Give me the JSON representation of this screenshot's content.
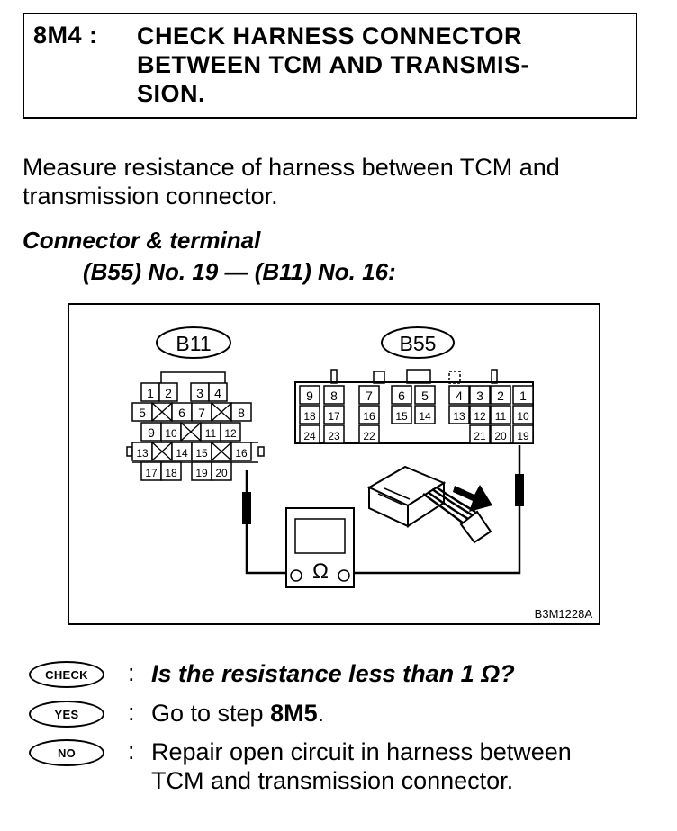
{
  "step": {
    "id": "8M4 :",
    "title_lines": [
      "CHECK HARNESS CONNECTOR",
      "BETWEEN TCM AND TRANSMIS-",
      "SION."
    ]
  },
  "instruction": {
    "line1": "Measure resistance of harness between TCM and",
    "line2": "transmission connector."
  },
  "connector": {
    "heading": "Connector & terminal",
    "spec": "(B55) No. 19 — (B11) No. 16:"
  },
  "figure": {
    "b11_label": "B11",
    "b55_label": "B55",
    "meter_symbol": "Ω",
    "figure_code": "B3M1228A",
    "b11_rows": [
      [
        "1",
        "2",
        "",
        "3",
        "4"
      ],
      [
        "5",
        "X",
        "6",
        "7",
        "X",
        "8"
      ],
      [
        "9",
        "10",
        "X",
        "11",
        "12"
      ],
      [
        "13",
        "X",
        "14",
        "15",
        "X",
        "16"
      ],
      [
        "17",
        "18",
        "",
        "19",
        "20"
      ]
    ],
    "b55_rows": [
      [
        "9",
        "8",
        "7",
        "6",
        "5",
        "4",
        "3",
        "2",
        "1"
      ],
      [
        "18",
        "17",
        "16",
        "15",
        "14",
        "13",
        "12",
        "11",
        "10"
      ],
      [
        "24",
        "23",
        "22",
        "",
        "",
        "",
        "21",
        "20",
        "19"
      ]
    ]
  },
  "check": {
    "badge": "CHECK",
    "question": "Is the resistance less than 1 Ω?"
  },
  "yes": {
    "badge": "YES",
    "text_prefix": "Go to step ",
    "step_ref": "8M5",
    "text_suffix": "."
  },
  "no": {
    "badge": "NO",
    "line1": "Repair open circuit in harness between",
    "line2": "TCM and transmission connector."
  }
}
